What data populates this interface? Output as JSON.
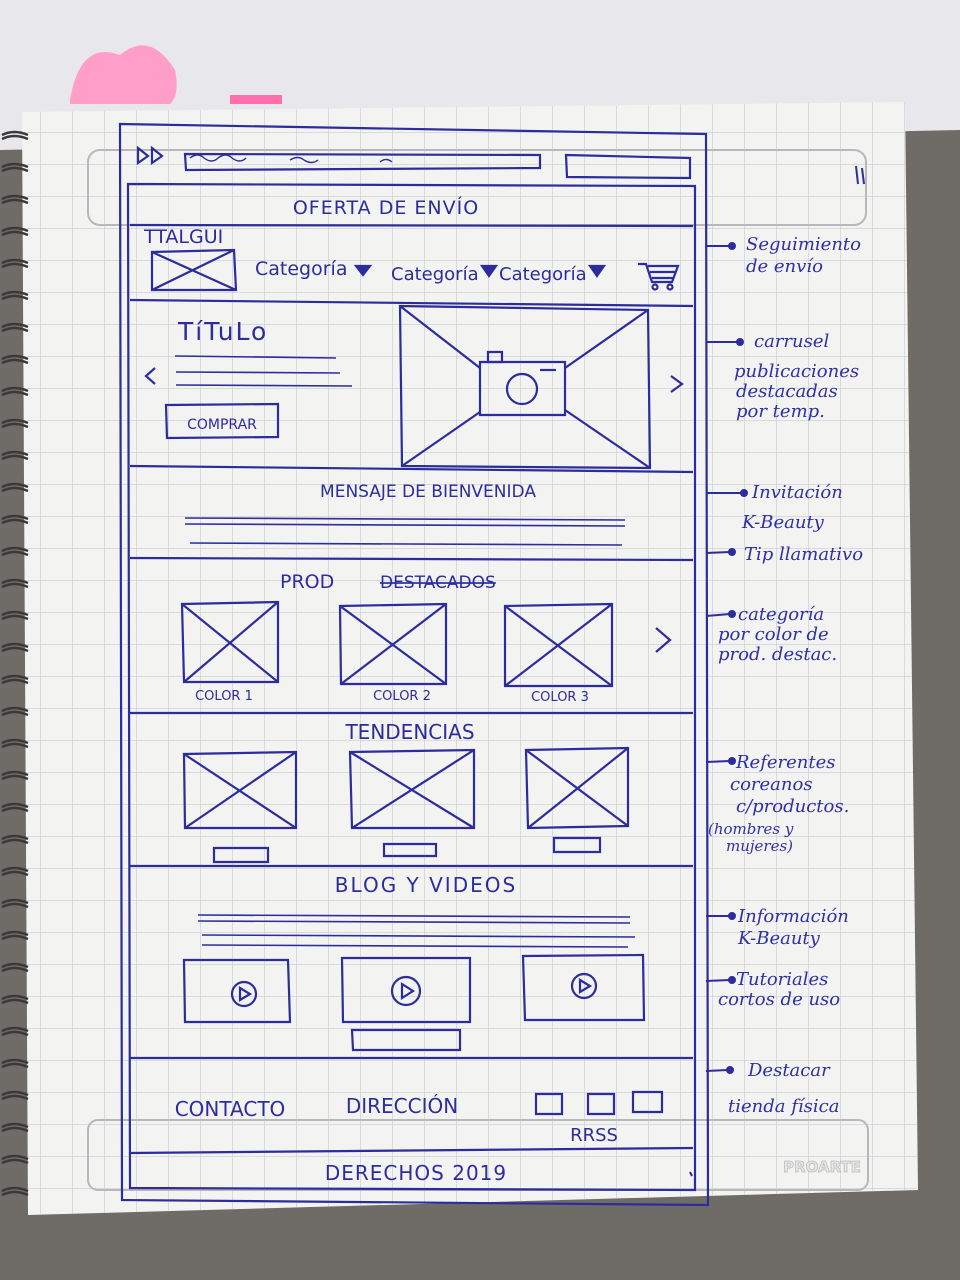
{
  "colors": {
    "ink": "#2c2c9c",
    "paper": "#f3f3f1",
    "grid": "#c9ccd2",
    "sticky": "#ff9ec9",
    "spiral": "#3a3a3a"
  },
  "browser_bar": {
    "nav_icon": "double-triangle-back-icon"
  },
  "wireframe": {
    "shipping_banner": "OFERTA DE ENVÍO",
    "logo": "TTALGUI",
    "nav": [
      {
        "label": "Categoría"
      },
      {
        "label": "Categoría"
      },
      {
        "label": "Categoría"
      }
    ],
    "cart_icon": "cart-icon",
    "hero": {
      "title": "TíTuLo",
      "button": "COMPRAR",
      "prev_icon": "chevron-left-icon",
      "next_icon": "chevron-right-icon",
      "image_icon": "camera-icon"
    },
    "welcome": "MENSAJE DE BIENVENIDA",
    "featured": {
      "heading": "PROD",
      "heading_struck": "DESTACADOS",
      "items": [
        {
          "label": "COLOR 1"
        },
        {
          "label": "COLOR 2"
        },
        {
          "label": "COLOR 3"
        }
      ]
    },
    "trends": {
      "heading": "TENDENCIAS"
    },
    "blog": {
      "heading": "BLOG Y VIDEOS"
    },
    "footer": {
      "contact": "CONTACTO",
      "address": "DIRECCIÓN",
      "social": "RRSS",
      "rights": "DERECHOS 2019"
    }
  },
  "annotations": [
    {
      "lines": [
        "Seguimiento",
        "de envío"
      ]
    },
    {
      "lines": [
        "carrusel",
        "publicaciones",
        "destacadas",
        "por temp."
      ]
    },
    {
      "lines": [
        "Invitación",
        "K-Beauty"
      ]
    },
    {
      "lines": [
        "Tip llamativo"
      ]
    },
    {
      "lines": [
        "categoría",
        "por color de",
        "prod. destac."
      ]
    },
    {
      "lines": [
        "Referentes",
        "coreanos",
        "c/productos.",
        "(hombres y",
        "mujeres)"
      ]
    },
    {
      "lines": [
        "Información",
        "K-Beauty"
      ]
    },
    {
      "lines": [
        "Tutoriales",
        "cortos de uso"
      ]
    },
    {
      "lines": [
        "Destacar",
        "tienda física"
      ]
    }
  ],
  "brand_mark": "PROARTE"
}
